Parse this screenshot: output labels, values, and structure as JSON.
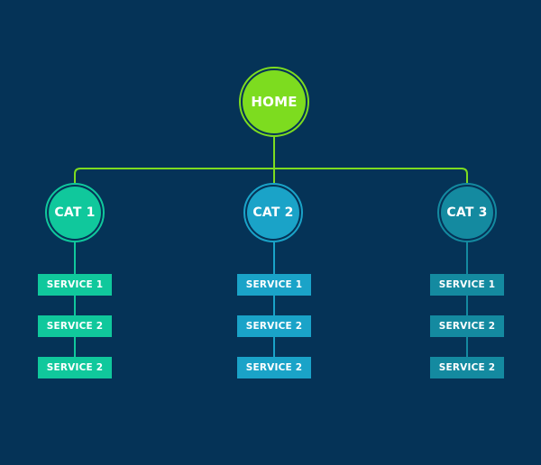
{
  "root": {
    "label": "HOME",
    "color": "#7ddc1f"
  },
  "categories": [
    {
      "label": "CAT 1",
      "color": "#10c89c",
      "services": [
        "SERVICE 1",
        "SERVICE 2",
        "SERVICE 2"
      ]
    },
    {
      "label": "CAT 2",
      "color": "#1aa3c8",
      "services": [
        "SERVICE 1",
        "SERVICE 2",
        "SERVICE 2"
      ]
    },
    {
      "label": "CAT 3",
      "color": "#148aa0",
      "services": [
        "SERVICE 1",
        "SERVICE 2",
        "SERVICE 2"
      ]
    }
  ],
  "background": "#053357"
}
